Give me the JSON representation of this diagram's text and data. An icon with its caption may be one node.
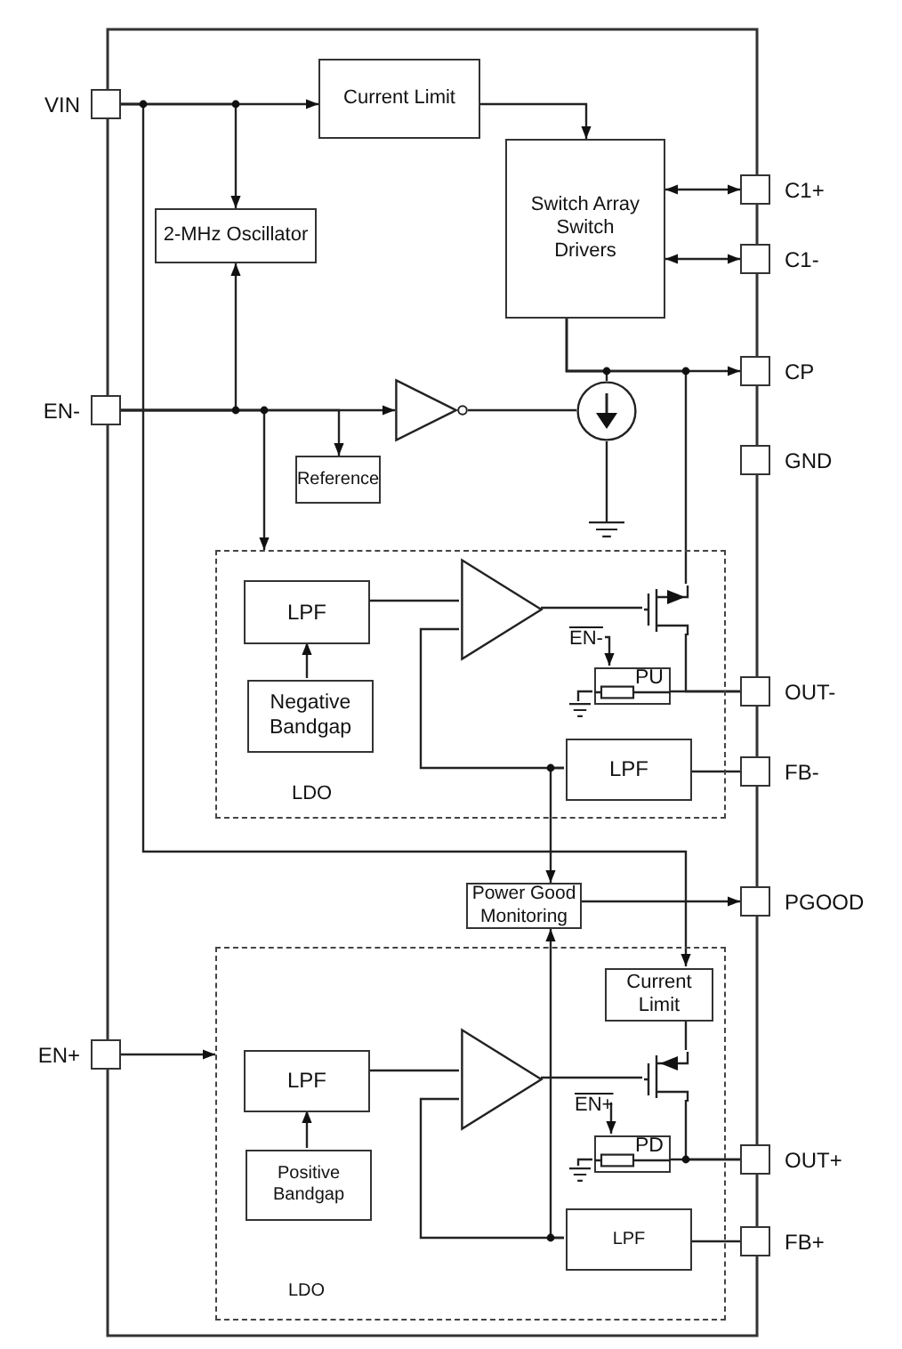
{
  "diagram": {
    "nodes": [
      {
        "text": [],
        "shape": "box",
        "beside": [
          "VIN"
        ]
      },
      {
        "text": [],
        "shape": "box",
        "beside": [
          "EN-"
        ]
      },
      {
        "text": [],
        "shape": "box",
        "beside": [
          "EN+"
        ]
      },
      {
        "text": [],
        "shape": "box",
        "beside": [
          "C1+"
        ]
      },
      {
        "text": [],
        "shape": "box",
        "beside": [
          "C1-"
        ]
      },
      {
        "text": [],
        "shape": "box",
        "beside": [
          "CP"
        ]
      },
      {
        "text": [],
        "shape": "box",
        "beside": [
          "GND"
        ]
      },
      {
        "text": [],
        "shape": "box",
        "beside": [
          "OUT-"
        ]
      },
      {
        "text": [],
        "shape": "box",
        "beside": [
          "FB-"
        ]
      },
      {
        "text": [],
        "shape": "box",
        "beside": [
          "PGOOD"
        ]
      },
      {
        "text": [],
        "shape": "box",
        "beside": [
          "OUT+"
        ]
      },
      {
        "text": [],
        "shape": "box",
        "beside": [
          "FB+"
        ]
      },
      {
        "text": [
          "Current Limit"
        ]
      },
      {
        "text": [
          "Switch Array Switch Drivers"
        ]
      },
      {
        "text": [
          "2-MHz Oscillator"
        ]
      },
      {
        "text": [
          "Reference"
        ]
      },
      {
        "text": [],
        "shape": "triangle"
      },
      {
        "text": [],
        "shape": "circle"
      },
      {
        "text": [],
        "shape": "ground"
      },
      {
        "text": [
          "LDO"
        ]
      },
      {
        "text": [
          "LPF"
        ],
        "in": 19
      },
      {
        "text": [
          "Negative Bandgap"
        ],
        "in": 19
      },
      {
        "text": [],
        "shape": "triangle",
        "in": 19
      },
      {
        "text": [],
        "shape": "transistor",
        "in": 19
      },
      {
        "text": [
          "EN-"
        ],
        "in": 19
      },
      {
        "text": [
          "PU"
        ],
        "in": 19
      },
      {
        "text": [],
        "shape": "ground",
        "in": 19
      },
      {
        "text": [
          "LPF"
        ],
        "in": 19
      },
      {
        "text": [
          "Power Good Monitoring"
        ]
      },
      {
        "text": [
          "LDO"
        ]
      },
      {
        "text": [
          "Current Limit"
        ],
        "in": 29
      },
      {
        "text": [
          "LPF"
        ],
        "in": 29
      },
      {
        "text": [
          "Positive Bandgap"
        ],
        "in": 29
      },
      {
        "text": [],
        "shape": "triangle",
        "in": 29
      },
      {
        "text": [],
        "shape": "transistor",
        "in": 29
      },
      {
        "text": [
          "EN+"
        ],
        "in": 29
      },
      {
        "text": [
          "PD"
        ],
        "in": 29
      },
      {
        "text": [],
        "shape": "ground",
        "in": 29
      },
      {
        "text": [
          "LPF"
        ],
        "in": 29
      }
    ],
    "edges": [
      {
        "from": 0,
        "to": 12,
        "arrow": "to"
      },
      {
        "from": 0,
        "to": 14,
        "arrow": "to"
      },
      {
        "from": 0,
        "to": 30,
        "arrow": "to"
      },
      {
        "from": 12,
        "to": 13,
        "arrow": "to"
      },
      {
        "from": 13,
        "to": 3,
        "arrow": "both"
      },
      {
        "from": 13,
        "to": 4,
        "arrow": "both"
      },
      {
        "from": 13,
        "to": 5,
        "arrow": "to"
      },
      {
        "from": 13,
        "to": 17,
        "arrow": "none"
      },
      {
        "from": 13,
        "to": 23,
        "arrow": "none"
      },
      {
        "from": 1,
        "to": 16,
        "arrow": "to"
      },
      {
        "from": 1,
        "to": 14,
        "arrow": "to"
      },
      {
        "from": 1,
        "to": 19,
        "arrow": "to"
      },
      {
        "from": 1,
        "to": 15,
        "arrow": "to"
      },
      {
        "from": 16,
        "to": 17,
        "arrow": "none"
      },
      {
        "from": 17,
        "to": 18,
        "arrow": "none"
      },
      {
        "from": 21,
        "to": 20,
        "arrow": "to"
      },
      {
        "from": 20,
        "to": 22,
        "arrow": "none"
      },
      {
        "from": 22,
        "to": 23,
        "arrow": "none"
      },
      {
        "from": 23,
        "to": 7,
        "arrow": "none"
      },
      {
        "from": 25,
        "to": 7,
        "arrow": "none"
      },
      {
        "from": 24,
        "to": 25,
        "arrow": "to"
      },
      {
        "from": 25,
        "to": 26,
        "arrow": "none"
      },
      {
        "from": 8,
        "to": 27,
        "arrow": "none"
      },
      {
        "from": 27,
        "to": 22,
        "arrow": "none"
      },
      {
        "from": 27,
        "to": 28,
        "arrow": "to"
      },
      {
        "from": 28,
        "to": 9,
        "arrow": "to"
      },
      {
        "from": 38,
        "to": 28,
        "arrow": "to"
      },
      {
        "from": 2,
        "to": 29,
        "arrow": "to"
      },
      {
        "from": 30,
        "to": 34,
        "arrow": "none"
      },
      {
        "from": 32,
        "to": 31,
        "arrow": "to"
      },
      {
        "from": 31,
        "to": 33,
        "arrow": "none"
      },
      {
        "from": 33,
        "to": 34,
        "arrow": "none"
      },
      {
        "from": 34,
        "to": 10,
        "arrow": "none"
      },
      {
        "from": 36,
        "to": 10,
        "arrow": "none"
      },
      {
        "from": 35,
        "to": 36,
        "arrow": "to"
      },
      {
        "from": 36,
        "to": 37,
        "arrow": "none"
      },
      {
        "from": 11,
        "to": 38,
        "arrow": "none"
      },
      {
        "from": 38,
        "to": 33,
        "arrow": "none"
      }
    ]
  }
}
